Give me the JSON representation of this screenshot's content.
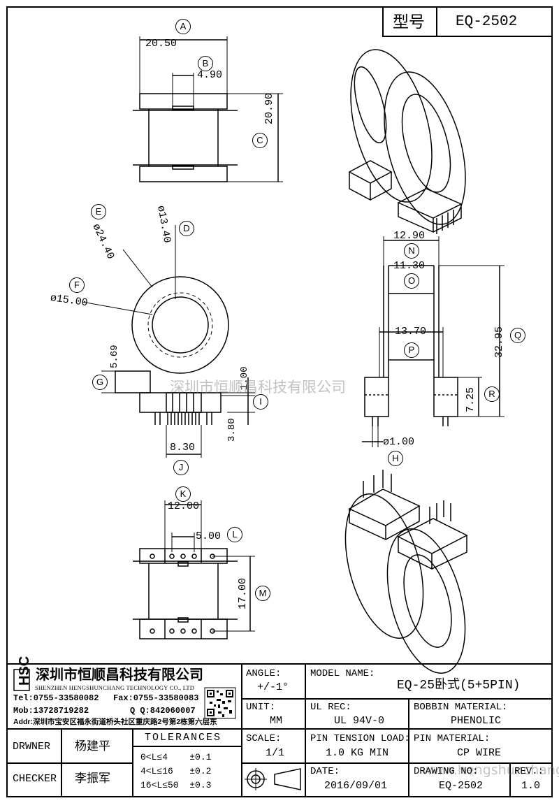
{
  "header": {
    "model_label": "型号",
    "model_value": "EQ-2502"
  },
  "dimensions": {
    "A": "20.50",
    "B": "4.90",
    "C": "20.90",
    "D": "ø13.40",
    "E": "ø24.40",
    "F": "ø15.00",
    "G": "5.69",
    "I": "1.00",
    "I2": "3.80",
    "J": "8.30",
    "K": "12.00",
    "L": "5.00",
    "M": "17.00",
    "N": "12.90",
    "O": "11.30",
    "P": "13.70",
    "Q": "32.95",
    "R": "7.25",
    "pin": "ø1.00"
  },
  "callouts": [
    "A",
    "B",
    "C",
    "D",
    "E",
    "F",
    "G",
    "H",
    "I",
    "J",
    "K",
    "L",
    "M",
    "N",
    "O",
    "P",
    "Q",
    "R"
  ],
  "watermarks": {
    "center": "深圳市恒顺昌科技有限公司",
    "bottom": "www.hengshunchang.com"
  },
  "company": {
    "logo_text": "HSC",
    "name_cn": "深圳市恒顺昌科技有限公司",
    "name_en": "SHENZHEN HENGSHUNCHANG TECHNOLOGY CO., LTD",
    "tel": "Tel:0755-33580082",
    "fax": "Fax:0755-33580083",
    "mob": "Mob:13728719282",
    "qq": "Q  Q:842060007",
    "addr": "Addr:深圳市宝安区福永街道桥头社区重庆路2号第2栋第六层东"
  },
  "title_block": {
    "angle_label": "ANGLE:",
    "angle_value": "+/-1°",
    "model_name_label": "MODEL NAME:",
    "model_name_value": "EQ-25卧式(5+5PIN)",
    "unit_label": "UNIT:",
    "unit_value": "MM",
    "ul_label": "UL REC:",
    "ul_value": "UL 94V-0",
    "bobbin_label": "BOBBIN MATERIAL:",
    "bobbin_value": "PHENOLIC",
    "drawer_label": "DRWNER",
    "drawer_value": "杨建平",
    "tolerances_label": "TOLERANCES",
    "tol_rows": [
      "0<L≤4    ±0.1",
      "4<L≤16   ±0.2",
      "16<L≤50  ±0.3"
    ],
    "scale_label": "SCALE:",
    "scale_value": "1/1",
    "pin_tension_label": "PIN TENSION LOAD:",
    "pin_tension_value": "1.0 KG MIN",
    "pin_material_label": "PIN MATERIAL:",
    "pin_material_value": "CP WIRE",
    "checker_label": "CHECKER",
    "checker_value": "李振军",
    "date_label": "DATE:",
    "date_value": "2016/09/01",
    "drawing_no_label": "DRAWING NO:",
    "drawing_no_value": "EQ-2502",
    "rev_label": "REV.:",
    "rev_value": "1.0"
  }
}
